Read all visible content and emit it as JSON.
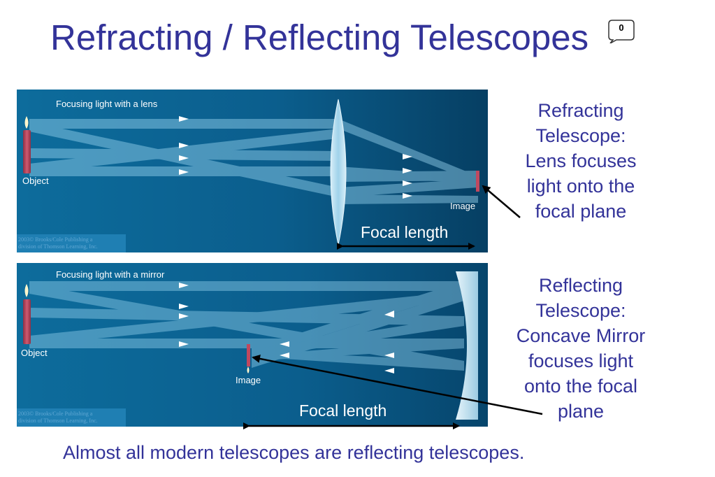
{
  "title": "Refracting / Reflecting Telescopes",
  "comment_badge": {
    "count": "0"
  },
  "refracting_panel": {
    "heading": "Focusing light with a lens",
    "object_label": "Object",
    "image_label": "Image",
    "focal_label": "Focal length",
    "copyright_line1": "2003© Brooks/Cole Publishing a",
    "copyright_line2": "division of Thomson Learning, Inc."
  },
  "reflecting_panel": {
    "heading": "Focusing light with a mirror",
    "object_label": "Object",
    "image_label": "Image",
    "focal_label": "Focal length",
    "copyright_line1": "2003© Brooks/Cole Publishing a",
    "copyright_line2": "division of Thomson Learning, Inc."
  },
  "refracting_caption": {
    "lines": [
      "Refracting",
      "Telescope:",
      "Lens focuses",
      "light onto the",
      "focal plane"
    ]
  },
  "reflecting_caption": {
    "lines": [
      "Reflecting",
      "Telescope:",
      "Concave Mirror",
      "focuses light",
      "onto the focal",
      "plane"
    ]
  },
  "footer": "Almost all modern telescopes are reflecting telescopes.",
  "colors": {
    "title_text": "#333399",
    "panel_dark": "#063a5a",
    "panel_mid": "#0f6f9f",
    "light_beam": "#8fd0ee",
    "candle": "#b8445a"
  }
}
